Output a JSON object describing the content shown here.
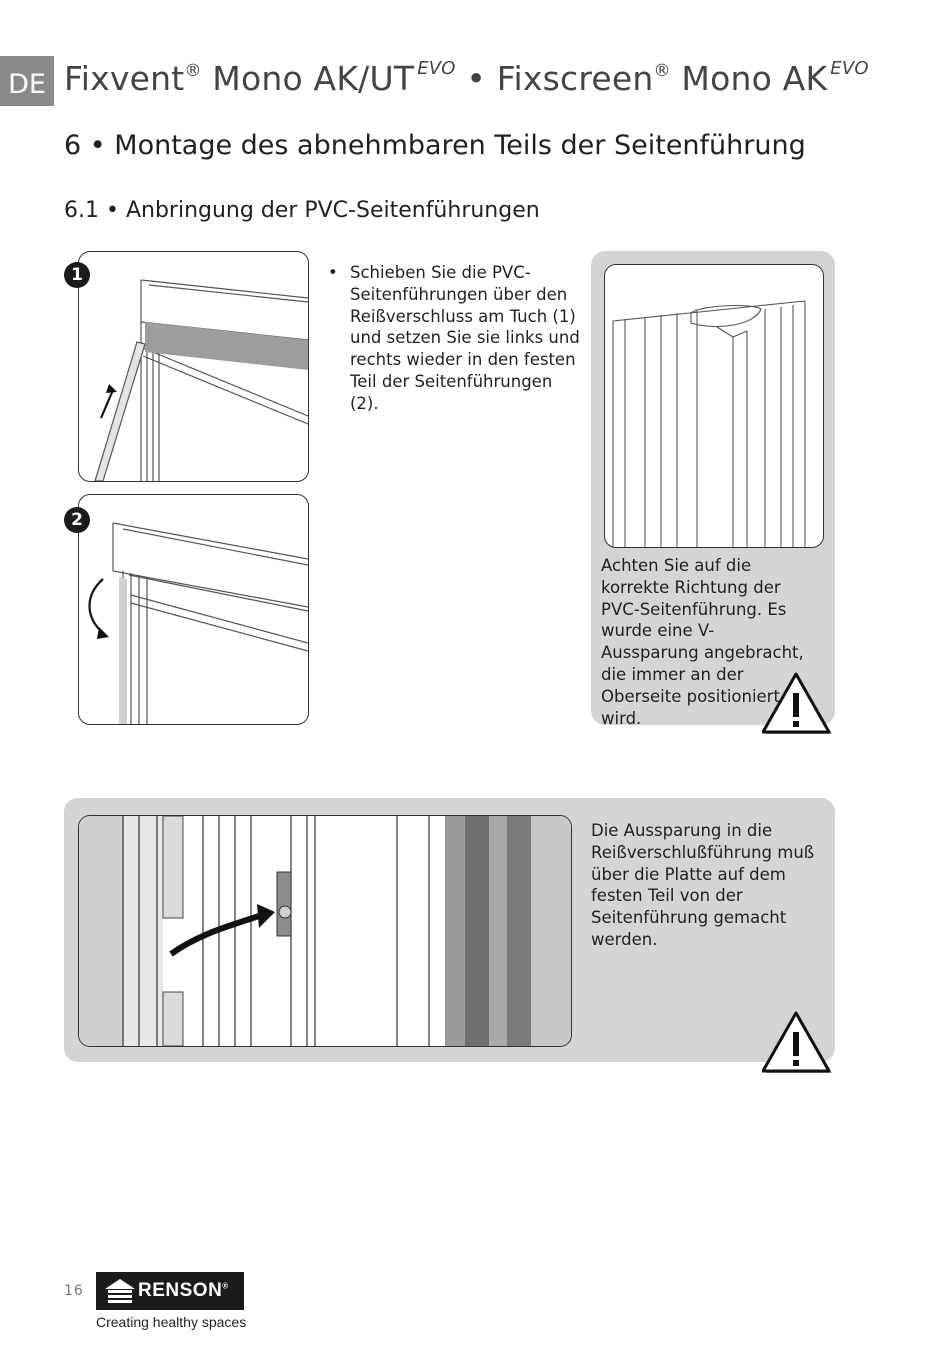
{
  "header": {
    "lang": "DE",
    "product1": "Fixvent",
    "reg": "®",
    "model1": "Mono AK/UT",
    "evo": "EVO",
    "separator": "•",
    "product2": "Fixscreen",
    "model2": "Mono AK"
  },
  "section": {
    "title": "6 • Montage des abnehmbaren Teils der Seitenführung",
    "subtitle": "6.1 • Anbringung der PVC-Seitenführungen"
  },
  "steps": [
    {
      "number": "1"
    },
    {
      "number": "2"
    }
  ],
  "instruction": {
    "bullet": "•",
    "text": "Schieben Sie die PVC-Seitenführungen über den Reißverschluss am Tuch (1) und setzen Sie sie links und rechts wieder in den festen Teil der Seitenführungen (2)."
  },
  "note1": {
    "text": "Achten Sie auf die korrekte Richtung der PVC-Seitenführung. Es wurde eine V-Aussparung angebracht, die immer an der Oberseite positioniert wird.",
    "warning_icon": "warning-triangle-icon"
  },
  "note2": {
    "text": "Die Aussparung in die Reißverschlußführung muß über die Platte auf dem festen Teil von der Seitenführung gemacht werden.",
    "warning_icon": "warning-triangle-icon"
  },
  "footer": {
    "page_number": "16",
    "brand": "RENSON",
    "brand_reg": "®",
    "tagline": "Creating healthy spaces"
  },
  "colors": {
    "panel_grey": "#d4d4d4",
    "tab_grey": "#8a8a8a",
    "logo_black": "#1b1b1b"
  }
}
